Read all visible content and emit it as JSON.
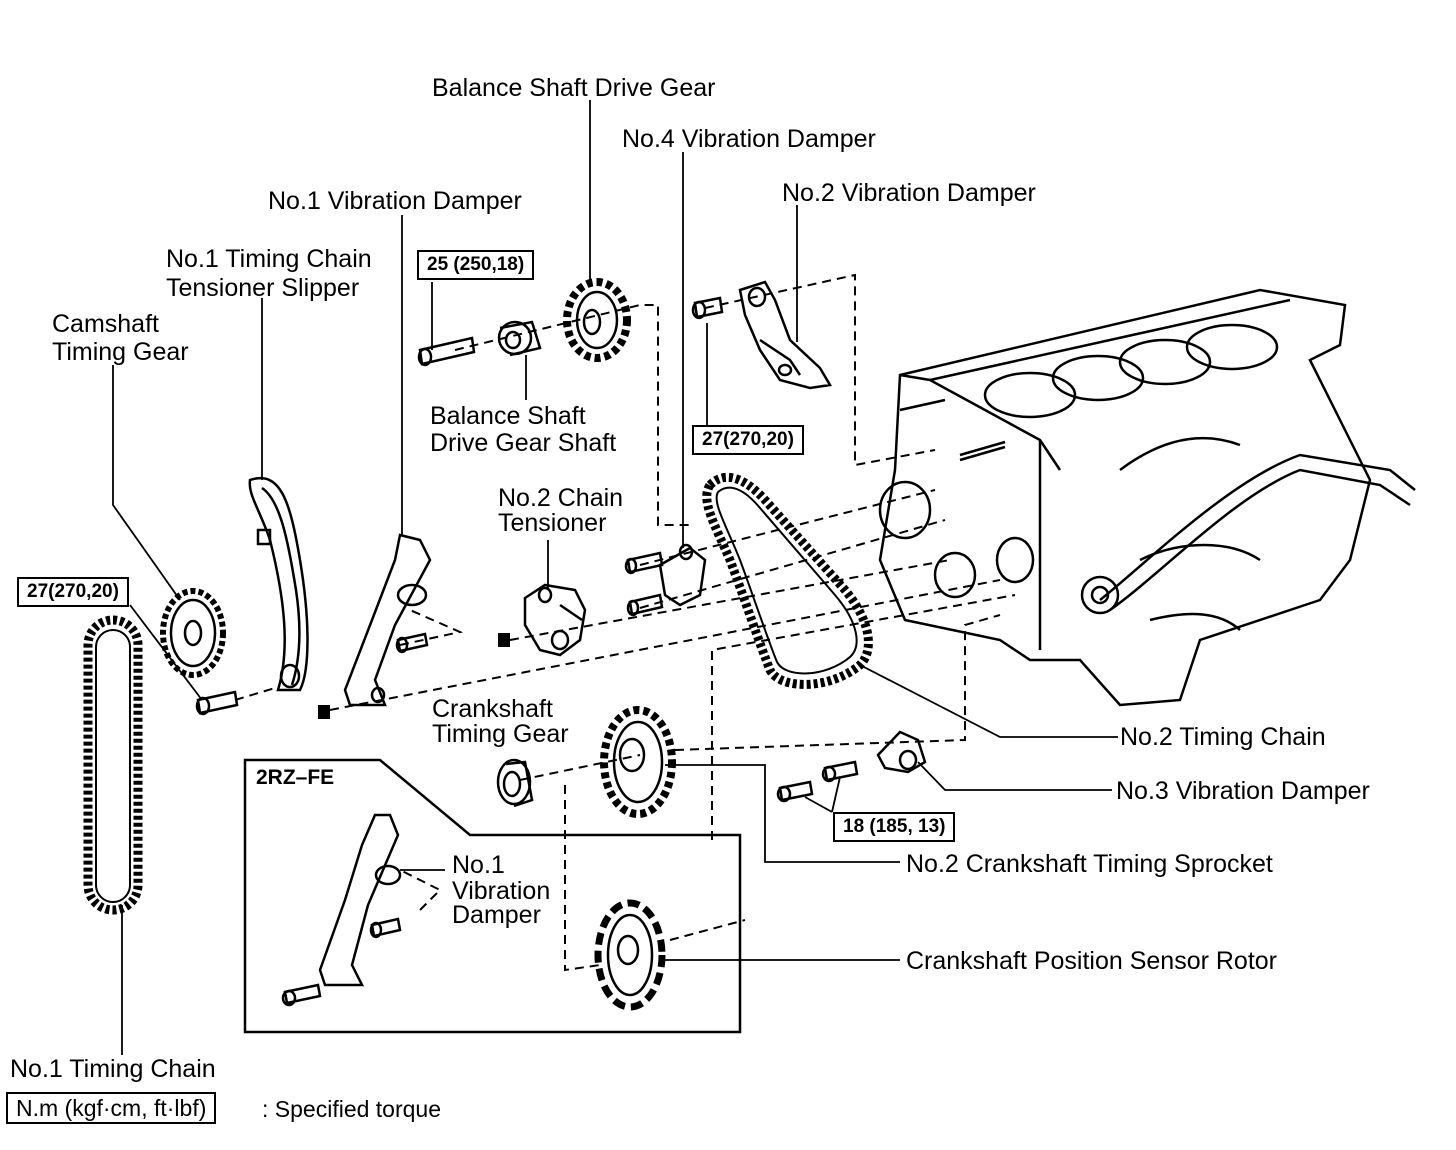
{
  "labels": {
    "balance_shaft_drive_gear": "Balance Shaft Drive Gear",
    "no4_vibration_damper": "No.4 Vibration Damper",
    "no2_vibration_damper": "No.2 Vibration Damper",
    "no1_vibration_damper": "No.1 Vibration Damper",
    "no1_tensioner_slipper_l1": "No.1 Timing Chain",
    "no1_tensioner_slipper_l2": "Tensioner Slipper",
    "camshaft_timing_gear_l1": "Camshaft",
    "camshaft_timing_gear_l2": "Timing Gear",
    "balance_shaft_drive_gear_shaft_l1": "Balance Shaft",
    "balance_shaft_drive_gear_shaft_l2": "Drive Gear Shaft",
    "no2_chain_tensioner_l1": "No.2 Chain",
    "no2_chain_tensioner_l2": "Tensioner",
    "crankshaft_timing_gear_l1": "Crankshaft",
    "crankshaft_timing_gear_l2": "Timing Gear",
    "no2_timing_chain": "No.2 Timing Chain",
    "no3_vibration_damper": "No.3 Vibration Damper",
    "no2_crankshaft_timing_sprocket": "No.2 Crankshaft Timing Sprocket",
    "crankshaft_position_sensor_rotor": "Crankshaft Position Sensor Rotor",
    "no1_timing_chain": "No.1 Timing Chain",
    "inset_no1_l1": "No.1",
    "inset_no1_l2": "Vibration",
    "inset_no1_l3": "Damper"
  },
  "torques": {
    "balance_bolt": "25 (250,18)",
    "no2_damper_bolt": "27(270,20)",
    "camshaft_bolt": "27(270,20)",
    "no3_damper_bolt": "18 (185, 13)"
  },
  "inset": {
    "variant": "2RZ–FE"
  },
  "legend": {
    "box": "N.m (kgf·cm, ft·lbf)",
    "text": ": Specified torque"
  }
}
